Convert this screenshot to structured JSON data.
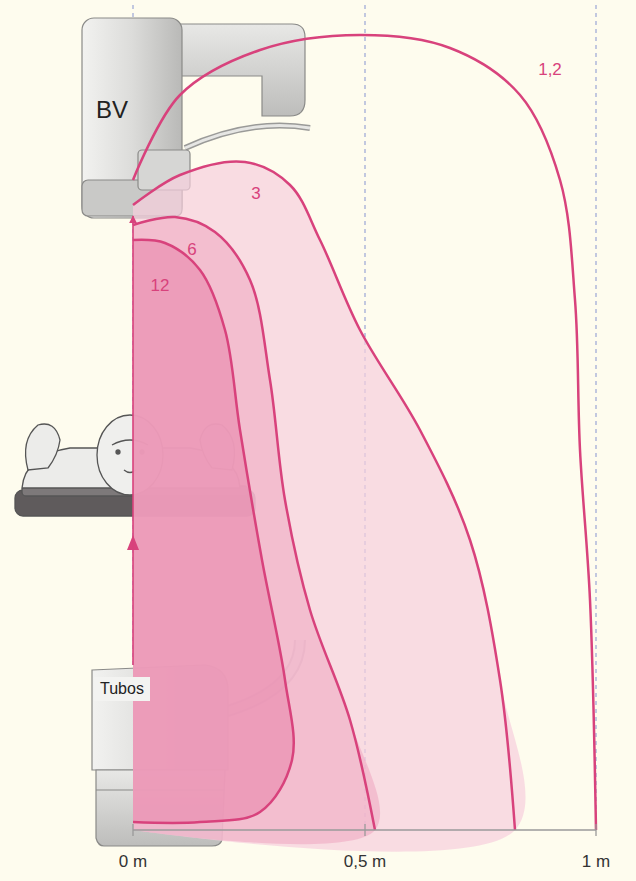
{
  "diagram": {
    "nodes": [
      {
        "text": [
          "BV"
        ]
      },
      {
        "text": [
          "Tubos"
        ]
      }
    ],
    "edges": [
      {
        "from": 1,
        "to": 0,
        "arrow": "to"
      }
    ],
    "labels": [
      "1,2",
      "3",
      "6",
      "12",
      "0 m",
      "0,5 m",
      "1 m"
    ]
  }
}
